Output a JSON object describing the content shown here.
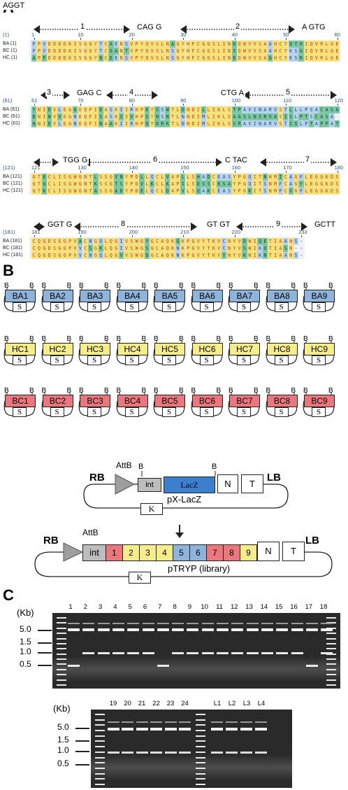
{
  "panel_a": {
    "letter": "A",
    "exon_labels": [
      "1",
      "2",
      "3",
      "4",
      "5",
      "6",
      "7",
      "8",
      "9"
    ],
    "codons": [
      "AGGT",
      "CAG G",
      "A GTG",
      "GAG C",
      "CTG A",
      "TGG G",
      "C TAC",
      "GGT G",
      "GT GT",
      "GCTT"
    ],
    "blocks": [
      {
        "start": "(1)",
        "ticks": [
          "1",
          "10",
          "20",
          "30",
          "40",
          "50",
          "60"
        ],
        "rows": [
          {
            "label": "BA",
            "pos": "(1)",
            "seq": "FPVDDDDKIVGGYTCAENSVPYQVSLNAGYHFCGGSLINDQWVVSAAHCYQYHIQVRLGE"
          },
          {
            "label": "BC",
            "pos": "(1)",
            "seq": "FPVDDDDKIVGGYTCGANTVPYQVSLNSGYHFCGGSLINSQWVVSAAHCYKSGIQVRLGE"
          },
          {
            "label": "HC",
            "pos": "(1)",
            "seq": "APFDDDDKIVGGYNCEENSVPYQVSLNSGYHFCGGSLINEQWVVSAGHCYKSRIQVRLGE"
          }
        ]
      },
      {
        "start": "(61)",
        "ticks": [
          "61",
          "70",
          "80",
          "90",
          "100",
          "110",
          "120"
        ],
        "rows": [
          {
            "label": "BA",
            "pos": "(61)",
            "seq": "YNIDVLEGGEQFIDASKIIRHPKYSSWTLDNDILLIKLSTPAVINARVSTLLLPSACASA"
          },
          {
            "label": "BC",
            "pos": "(61)",
            "seq": "DNINVVEGNEQFISASKSIVHPSYNSNTLNNDIMLIKLSAASLNSRVASISLPTSCASA"
          },
          {
            "label": "HC",
            "pos": "(61)",
            "seq": "HNIEVLEGNEQFINAAKIIRHPQYDRKTLNNDIMLIKLSSRAVINARVSTISLPTAPPAT"
          }
        ]
      },
      {
        "start": "(121)",
        "ticks": [
          "121",
          "130",
          "140",
          "150",
          "160",
          "170",
          "180"
        ],
        "rows": [
          {
            "label": "BA",
            "pos": "(121)",
            "seq": "GTECLISGWGNTLSSGVNYPDLLQCLVAPLLSHADCEASYPGQITNNMICAGFLEGGKDS"
          },
          {
            "label": "BC",
            "pos": "(121)",
            "seq": "GTQCLISGWGNTKSSGTSYPDVLKCLKAPILSDSSCKSAYPGQITSNMFCAGYLEGGKDS"
          },
          {
            "label": "HC",
            "pos": "(121)",
            "seq": "GTKCLISGWGNTASSGADYPDELQCLDAPVLSQAKCEASYPGKITSNMFCVGFLEGGKDS"
          }
        ]
      },
      {
        "start": "(181)",
        "ticks": [
          "181",
          "190",
          "200",
          "210",
          "220",
          "233"
        ],
        "rows": [
          {
            "label": "BA",
            "pos": "(181)",
            "seq": "CQGDSGGPVACNGQLQGIVSWGYGCAQKGKPGVYTKVCNYVDWIQETIAANS-"
          },
          {
            "label": "BC",
            "pos": "(181)",
            "seq": "CQGDSGGPVVCSGKLQGIVSWGSGCAQKNKPGVYTKVCNYVSWIKQTIASN--"
          },
          {
            "label": "HC",
            "pos": "(181)",
            "seq": "CQGDSGGPVVCNGQLQGVVSWGDGCAQKNKPGVYTKVYNYVKWIKNTIAANS-"
          }
        ]
      }
    ]
  },
  "panel_b": {
    "letter": "B",
    "b_site": "B",
    "s_label": "S",
    "ba": [
      "BA1",
      "BA2",
      "BA3",
      "BA4",
      "BA5",
      "BA6",
      "BA7",
      "BA8",
      "BA9"
    ],
    "hc": [
      "HC1",
      "HC2",
      "HC3",
      "HC4",
      "HC5",
      "HC6",
      "HC7",
      "HC8",
      "HC9"
    ],
    "bc": [
      "BC1",
      "BC2",
      "BC3",
      "BC4",
      "BC5",
      "BC6",
      "BC7",
      "BC8",
      "BC9"
    ],
    "colors": {
      "ba": "#8fb4dc",
      "hc": "#f5ec8a",
      "bc": "#e9777c",
      "lacz": "#3c7fcf",
      "int": "#bdbdbd",
      "triangle": "#9e9e9e"
    },
    "px_lacz": {
      "rb": "RB",
      "lb": "LB",
      "attb": "AttB",
      "int": "int",
      "lacz": "LacZ",
      "n": "N",
      "t": "T",
      "k": "K",
      "name": "pX-LacZ"
    },
    "ptryp": {
      "rb": "RB",
      "lb": "LB",
      "attb": "AttB",
      "int": "int",
      "modules": [
        "1",
        "2",
        "3",
        "4",
        "5",
        "6",
        "7",
        "8",
        "9"
      ],
      "n": "N",
      "t": "T",
      "k": "K",
      "name": "pTRYP (library)"
    }
  },
  "panel_c": {
    "letter": "C",
    "unit": "(Kb)",
    "sizes": [
      "5.0",
      "1.5",
      "1.0",
      "0.5"
    ],
    "gel1_lanes": [
      "1",
      "2",
      "3",
      "4",
      "5",
      "6",
      "7",
      "8",
      "9",
      "10",
      "11",
      "12",
      "13",
      "14",
      "15",
      "16",
      "17",
      "18"
    ],
    "gel2_lanes_a": [
      "19",
      "20",
      "21",
      "22",
      "23",
      "24"
    ],
    "gel2_lanes_b": [
      "L1",
      "L2",
      "L3",
      "L4"
    ]
  }
}
